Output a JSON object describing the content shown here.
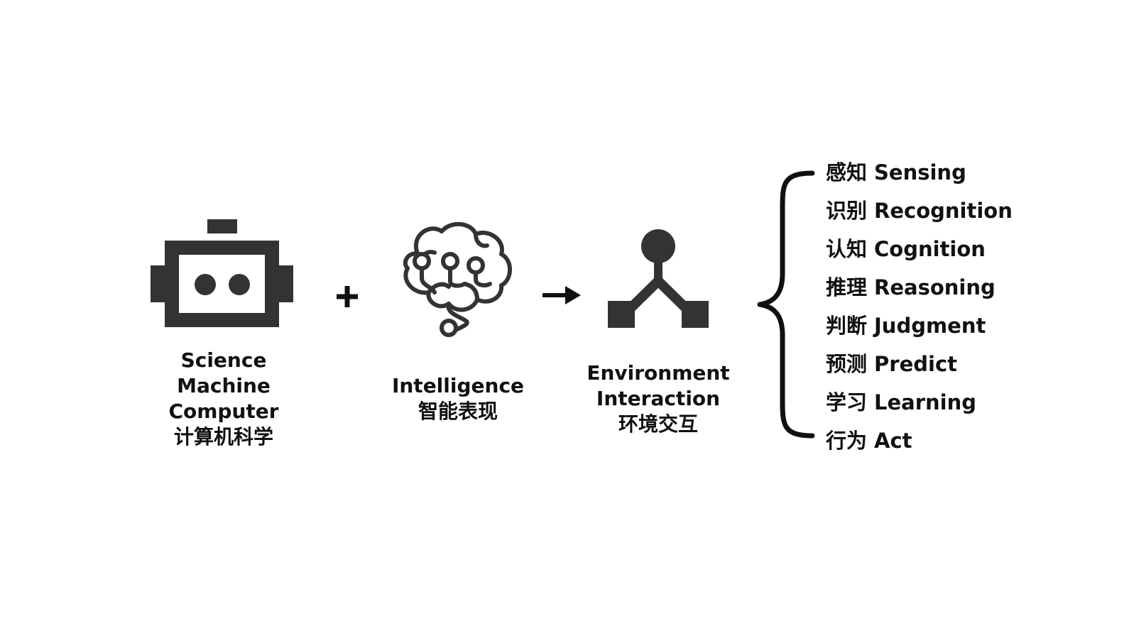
{
  "colors": {
    "icon": "#333333",
    "text": "#111111",
    "background": "#ffffff"
  },
  "nodes": {
    "machine": {
      "icon": "robot-icon",
      "lines": [
        "Science",
        "Machine",
        "Computer",
        "计算机科学"
      ]
    },
    "intelligence": {
      "icon": "brain-icon",
      "lines": [
        "Intelligence",
        "智能表现"
      ]
    },
    "environment": {
      "icon": "interaction-network-icon",
      "lines": [
        "Environment",
        "Interaction",
        "环境交互"
      ]
    }
  },
  "operators": {
    "plus": "plus-icon",
    "arrow": "arrow-right-icon",
    "brace": "curly-brace-icon"
  },
  "outcomes": [
    {
      "zh": "感知",
      "en": "Sensing"
    },
    {
      "zh": "识别",
      "en": "Recognition"
    },
    {
      "zh": "认知",
      "en": "Cognition"
    },
    {
      "zh": "推理",
      "en": "Reasoning"
    },
    {
      "zh": "判断",
      "en": "Judgment"
    },
    {
      "zh": "预测",
      "en": "Predict"
    },
    {
      "zh": "学习",
      "en": "Learning"
    },
    {
      "zh": "行为",
      "en": "Act"
    }
  ]
}
